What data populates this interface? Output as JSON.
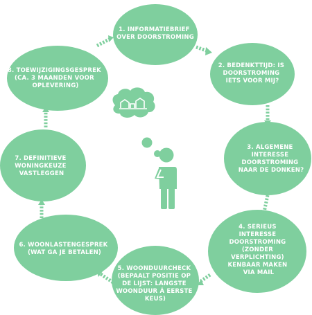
{
  "colors": {
    "node": "#7fcf9e",
    "text": "#ffffff",
    "background": "#ffffff"
  },
  "steps": [
    {
      "number": "1",
      "lines": [
        "1. INFORMATIEBRIEF",
        "OVER DOORSTROMING"
      ]
    },
    {
      "number": "2",
      "lines": [
        "2. BEDENKTTIJD: IS",
        "DOORSTROMING",
        "IETS VOOR MIJ?"
      ]
    },
    {
      "number": "3",
      "lines": [
        "3. ALGEMENE",
        "INTERESSE",
        "DOORSTROMING",
        "NAAR DE DONKEN?"
      ]
    },
    {
      "number": "4",
      "lines": [
        "4. SERIEUS",
        "INTERESSE",
        "DOORSTROMING",
        "(ZONDER",
        "VERPLICHTING)",
        "KENBAAR MAKEN",
        "VIA MAIL"
      ]
    },
    {
      "number": "5",
      "lines": [
        "5. WOONDUURCHECK",
        "(BEPAALT POSITIE OP",
        "DE LIJST: LANGSTE",
        "WOONDUUR Á EERSTE",
        "KEUS)"
      ]
    },
    {
      "number": "6",
      "lines": [
        "6. WOONLASTENGESPREK",
        "(WAT GA JE BETALEN)"
      ]
    },
    {
      "number": "7",
      "lines": [
        "7. DEFINITIEVE",
        "WONINGKEUZE",
        "VASTLEGGEN"
      ]
    },
    {
      "number": "8",
      "lines": [
        "8. TOEWIJZIGINGSGESPREK",
        "(CA. 3 MAANDEN VOOR",
        "OPLEVERING)"
      ]
    }
  ],
  "center_figure": {
    "icon": "thinking-person-icon",
    "thought": "thought-bubble-houses-icon"
  }
}
